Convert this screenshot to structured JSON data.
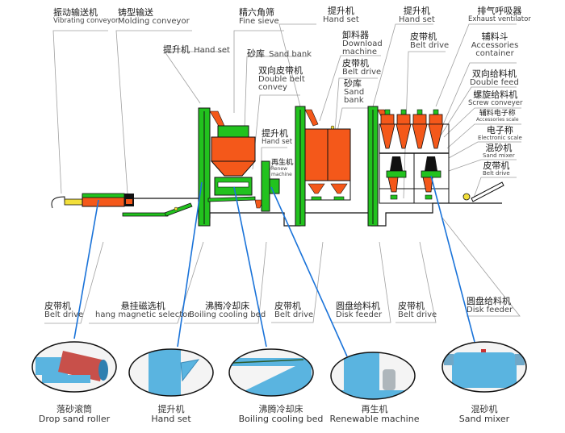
{
  "title": "Sand processing production line layout",
  "top_labels": [
    {
      "zh": "振动输送机",
      "en": "Vibrating conveyor"
    },
    {
      "zh": "铸型输送",
      "en": "Molding conveyor"
    },
    {
      "zh": "精六角筛",
      "en": "Fine sieve"
    },
    {
      "zh": "提升机",
      "en": "Hand set"
    },
    {
      "zh": "提升机",
      "en": "Hand set"
    },
    {
      "zh": "排气呼吸器",
      "en": "Exhaust ventilator"
    },
    {
      "zh": "提升机",
      "en": "Hand set"
    },
    {
      "zh": "砂库",
      "en": "Sand bank"
    },
    {
      "zh": "卸料器",
      "en": "Download machine"
    },
    {
      "zh": "皮带机",
      "en": "Belt drive"
    },
    {
      "zh": "辅料斗",
      "en": "Accessories container"
    },
    {
      "zh": "双向皮带机",
      "en": "Double belt convey"
    },
    {
      "zh": "皮带机",
      "en": "Belt drive"
    },
    {
      "zh": "砂库",
      "en": "Sand bank"
    },
    {
      "zh": "双向给料机",
      "en": "Double feed"
    },
    {
      "zh": "螺旋给料机",
      "en": "Screw conveyer"
    },
    {
      "zh": "辅料电子称",
      "en": "Accessories scale"
    },
    {
      "zh": "提升机",
      "en": "Hand set"
    },
    {
      "zh": "再生机",
      "en": "Renew machine"
    },
    {
      "zh": "电子称",
      "en": "Electronic scale"
    },
    {
      "zh": "混砂机",
      "en": "Sand mixer"
    },
    {
      "zh": "皮带机",
      "en": "Belt drive"
    }
  ],
  "mid_labels": [
    {
      "zh": "皮带机",
      "en": "Belt drive"
    },
    {
      "zh": "悬挂磁选机",
      "en": "hang magnetic selector"
    },
    {
      "zh": "沸腾冷却床",
      "en": "Boiling cooling bed"
    },
    {
      "zh": "皮带机",
      "en": "Belt drive"
    },
    {
      "zh": "圆盘给料机",
      "en": "Disk feeder"
    },
    {
      "zh": "皮带机",
      "en": "Belt drive"
    },
    {
      "zh": "圆盘给料机",
      "en": "Disk feeder"
    }
  ],
  "equipment_photos": [
    {
      "zh": "落砂滚筒",
      "en": "Drop sand roller",
      "icon": "drum-roller-icon"
    },
    {
      "zh": "提升机",
      "en": "Hand set",
      "icon": "elevator-icon"
    },
    {
      "zh": "沸腾冷却床",
      "en": "Boiling cooling bed",
      "icon": "cooling-bed-icon"
    },
    {
      "zh": "再生机",
      "en": "Renewable machine",
      "icon": "renewal-machine-icon"
    },
    {
      "zh": "混砂机",
      "en": "Sand mixer",
      "icon": "sand-mixer-icon"
    }
  ],
  "colors": {
    "machine_green": "#22c21e",
    "hopper_orange": "#f4581a",
    "outline": "#111111",
    "leader_gray": "#9a9a9a",
    "photo_link_blue": "#1a73d9",
    "equipment_blue": "#5ab4e0"
  }
}
